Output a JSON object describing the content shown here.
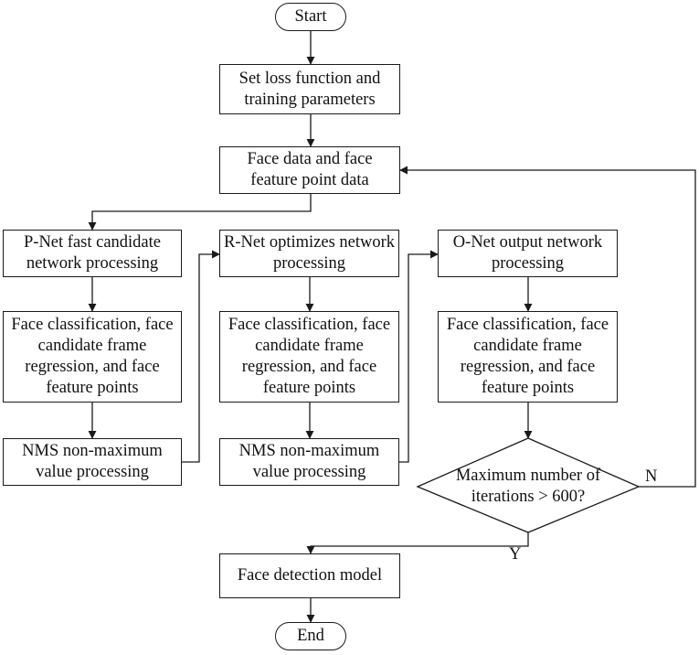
{
  "nodes": {
    "start": "Start",
    "set_loss": "Set loss function and training parameters",
    "face_data": "Face data and face feature point data",
    "pnet": "P-Net fast candidate network processing",
    "pnet_cls": "Face classification, face candidate frame regression, and face feature points",
    "pnet_nms": "NMS non-maximum value processing",
    "rnet": "R-Net optimizes network processing",
    "rnet_cls": "Face classification, face candidate frame regression, and face feature points",
    "rnet_nms": "NMS non-maximum value processing",
    "onet": "O-Net output network processing",
    "onet_cls": "Face classification, face candidate frame regression, and face feature points",
    "decision": "Maximum number of iterations > 600?",
    "model": "Face detection model",
    "end": "End"
  },
  "labels": {
    "no": "N",
    "yes": "Y"
  }
}
